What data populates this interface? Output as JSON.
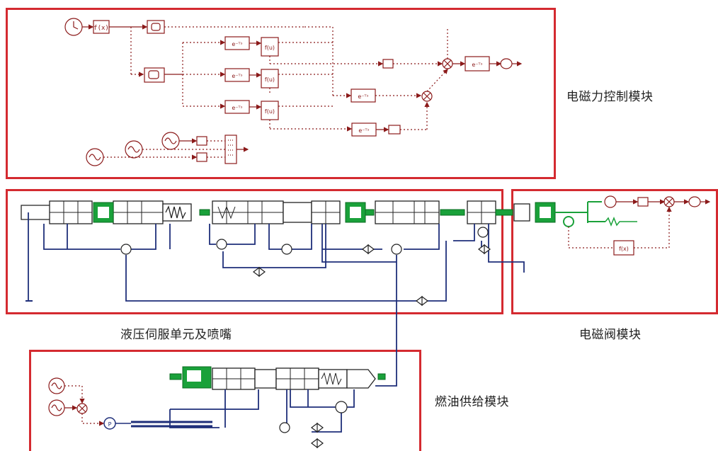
{
  "modules": {
    "em_force": {
      "label": "电磁力控制模块"
    },
    "hydraulic": {
      "label": "液压伺服单元及喷嘴"
    },
    "solenoid": {
      "label": "电磁阀模块"
    },
    "fuel": {
      "label": "燃油供给模块"
    }
  },
  "blocks": {
    "fcn": "f(x)",
    "exp": "e⁻ᵀˢ",
    "pump_icon": "P",
    "clock_icon": "clock",
    "sine_icon": "sine-source"
  },
  "colors": {
    "frame": "#d42a30",
    "signal": "#8b1a1a",
    "hydraulic_line": "#1f2f7a",
    "mechanical": "#1aa13a",
    "component": "#222222"
  }
}
